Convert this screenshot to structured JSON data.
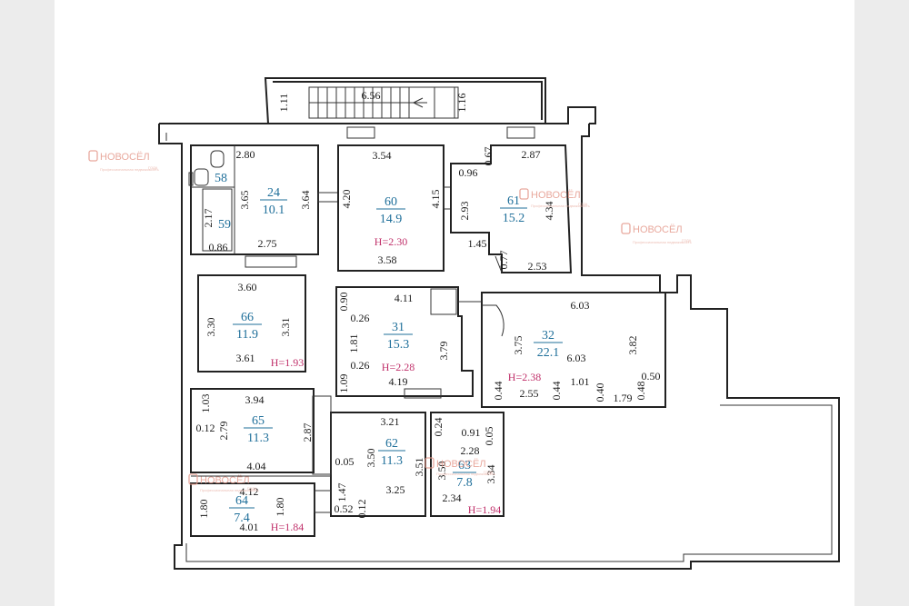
{
  "watermark": {
    "brand": "НОВОСЁЛ",
    "tagline": "Профессиональная недвижимость",
    "badge": "ГОДА"
  },
  "rooms": [
    {
      "id": "r58",
      "number": "58",
      "area": ""
    },
    {
      "id": "r59",
      "number": "59",
      "area": ""
    },
    {
      "id": "r24",
      "number": "24",
      "area": "10.1"
    },
    {
      "id": "r60",
      "number": "60",
      "area": "14.9"
    },
    {
      "id": "r61",
      "number": "61",
      "area": "15.2"
    },
    {
      "id": "r66",
      "number": "66",
      "area": "11.9"
    },
    {
      "id": "r31",
      "number": "31",
      "area": "15.3"
    },
    {
      "id": "r32",
      "number": "32",
      "area": "22.1"
    },
    {
      "id": "r65",
      "number": "65",
      "area": "11.3"
    },
    {
      "id": "r62",
      "number": "62",
      "area": "11.3"
    },
    {
      "id": "r63",
      "number": "63",
      "area": "7.8"
    },
    {
      "id": "r64",
      "number": "64",
      "area": "7.4"
    }
  ],
  "heights": {
    "r60": "H=2.30",
    "r66": "H=1.93",
    "r31": "H=2.28",
    "r32": "H=2.38",
    "r63": "H=1.94",
    "r64": "H=1.84"
  },
  "dimensions": {
    "stair_top": "6.56",
    "stair_left": "1.11",
    "stair_right": "1.16",
    "r58_top": "2.80",
    "r24_left": "3.65",
    "r24_right": "3.64",
    "r24_bottom": "2.75",
    "r59_side": "2.17",
    "r59_bottom": "0.86",
    "r60_top": "3.54",
    "r60_left": "4.20",
    "r60_right": "4.15",
    "r60_bottom": "3.58",
    "r61_a": "0.67",
    "r61_top": "2.87",
    "r61_b": "0.96",
    "r61_left": "2.93",
    "r61_right": "4.34",
    "r61_c": "1.45",
    "r61_d": "0.77",
    "r61_bottom": "2.53",
    "r66_top": "3.60",
    "r66_left": "3.30",
    "r66_right": "3.31",
    "r66_bottom": "3.61",
    "r31_a": "0.90",
    "r31_top": "4.11",
    "r31_b": "0.26",
    "r31_left": "1.81",
    "r31_right": "3.79",
    "r31_c": "0.26",
    "r31_d": "1.09",
    "r31_bottom": "4.19",
    "r32_top": "6.03",
    "r32_left": "3.75",
    "r32_mid": "6.03",
    "r32_right": "3.82",
    "r32_r2": "0.50",
    "r32_b1": "0.44",
    "r32_b2": "2.55",
    "r32_b3": "0.44",
    "r32_b4": "1.01",
    "r32_b5": "0.40",
    "r32_b6": "1.79",
    "r32_b7": "0.48",
    "r65_a": "1.03",
    "r65_top": "3.94",
    "r65_b": "0.12",
    "r65_left": "2.79",
    "r65_right": "2.87",
    "r65_bottom": "4.04",
    "r62_top": "3.21",
    "r62_a": "0.05",
    "r62_left": "3.50",
    "r62_right": "3.51",
    "r62_bottom": "3.25",
    "r62_b": "1.47",
    "r62_c": "0.52",
    "r62_d": "0.12",
    "r63_a": "0.24",
    "r63_b": "0.91",
    "r63_c": "0.05",
    "r63_top": "2.28",
    "r63_left": "3.50",
    "r63_right": "3.34",
    "r63_bottom": "2.34",
    "r64_top": "4.12",
    "r64_left": "1.80",
    "r64_right": "1.80",
    "r64_bottom": "4.01"
  }
}
